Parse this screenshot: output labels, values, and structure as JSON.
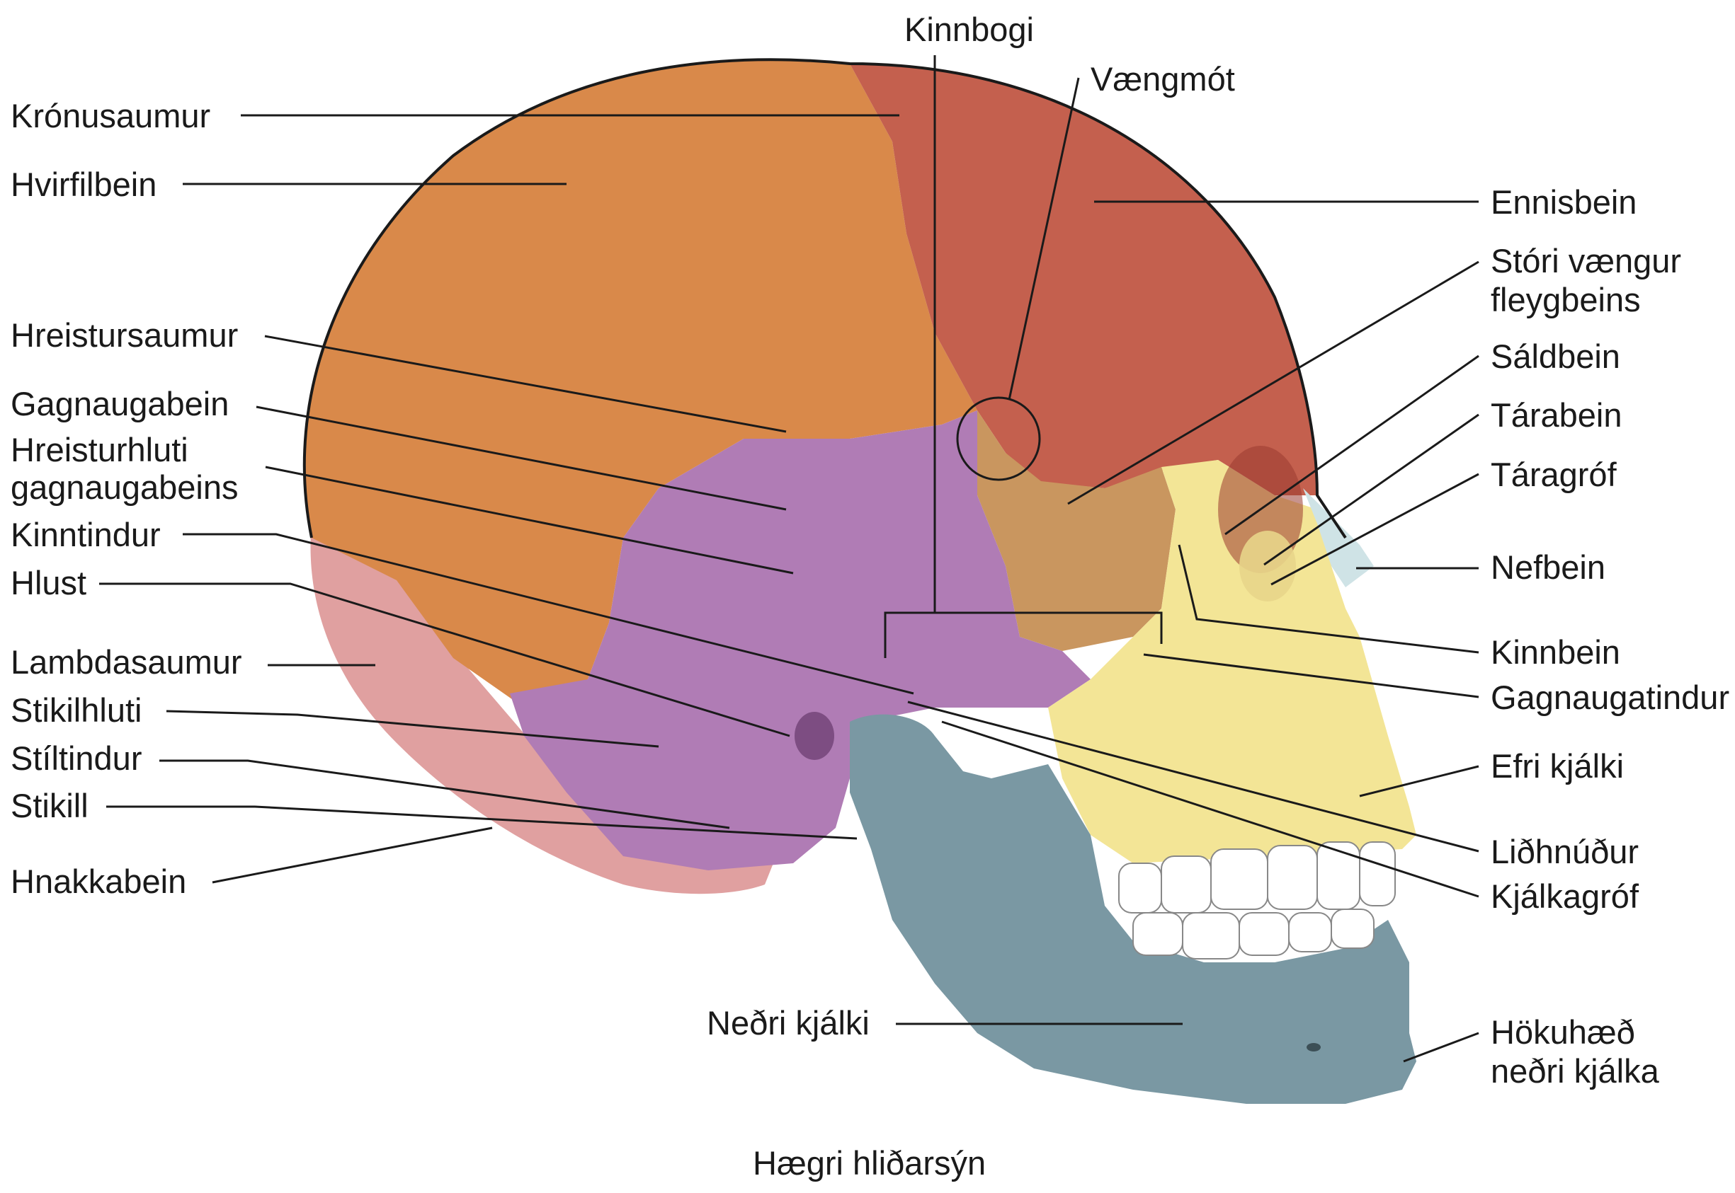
{
  "labels": {
    "kinnbogi": "Kinnbogi",
    "vaengmot": "Vængmót",
    "kronusaumur": "Krónusaumur",
    "hvirfilbein": "Hvirfilbein",
    "ennisbein": "Ennisbein",
    "stori_vaengur_1": "Stóri vængur",
    "stori_vaengur_2": "fleygbeins",
    "hreistursaumur": "Hreistursaumur",
    "saldbein": "Sáldbein",
    "gagnaugabein": "Gagnaugabein",
    "tarabein": "Tárabein",
    "hreisturhluti_1": "Hreisturhluti",
    "hreisturhluti_2": "gagnaugabeins",
    "taragrof": "Táragróf",
    "kinntindur": "Kinntindur",
    "nefbein": "Nefbein",
    "hlust": "Hlust",
    "kinnbein": "Kinnbein",
    "lambdasaumur": "Lambdasaumur",
    "gagnaugatindur": "Gagnaugatindur",
    "stikilhluti": "Stikilhluti",
    "efri_kjalki": "Efri kjálki",
    "stiltindur": "Stíltindur",
    "stikill": "Stikill",
    "lidhnudur": "Liðhnúður",
    "hnakkabein": "Hnakkabein",
    "kjalkagrof": "Kjálkagróf",
    "nedri_kjalki": "Neðri kjálki",
    "hokuhaed_1": "Hökuhæð",
    "hokuhaed_2": "neðri kjálka",
    "caption": "Hægri hliðarsýn"
  },
  "colors": {
    "parietal": "#d9894a",
    "frontal": "#c4604e",
    "temporal": "#b07cb5",
    "occipital": "#e0a0a0",
    "sphenoid": "#c9965f",
    "zygomatic": "#f0e08c",
    "maxilla": "#f3e596",
    "mandible": "#7a98a3",
    "nasal": "#cfe3e6",
    "teeth": "#ffffff"
  }
}
